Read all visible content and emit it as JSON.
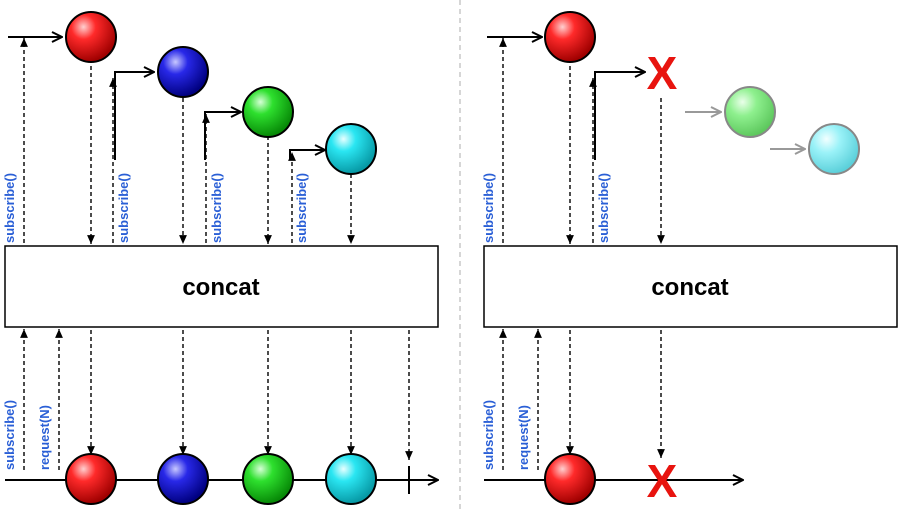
{
  "panels": [
    {
      "operator_label": "concat",
      "upstream_labels": [
        "subscribe()",
        "subscribe()",
        "subscribe()",
        "subscribe()"
      ],
      "downstream_labels": [
        "subscribe()",
        "request(N)"
      ]
    },
    {
      "operator_label": "concat",
      "upstream_labels": [
        "subscribe()",
        "subscribe()"
      ],
      "downstream_labels": [
        "subscribe()",
        "request(N)"
      ],
      "error_mark": "X"
    }
  ],
  "colors": {
    "red": "#ff1a1a",
    "blue": "#2020e0",
    "green": "#22d022",
    "cyan": "#22e0ee",
    "error": "#e8140f",
    "label": "#2a5fd6"
  }
}
